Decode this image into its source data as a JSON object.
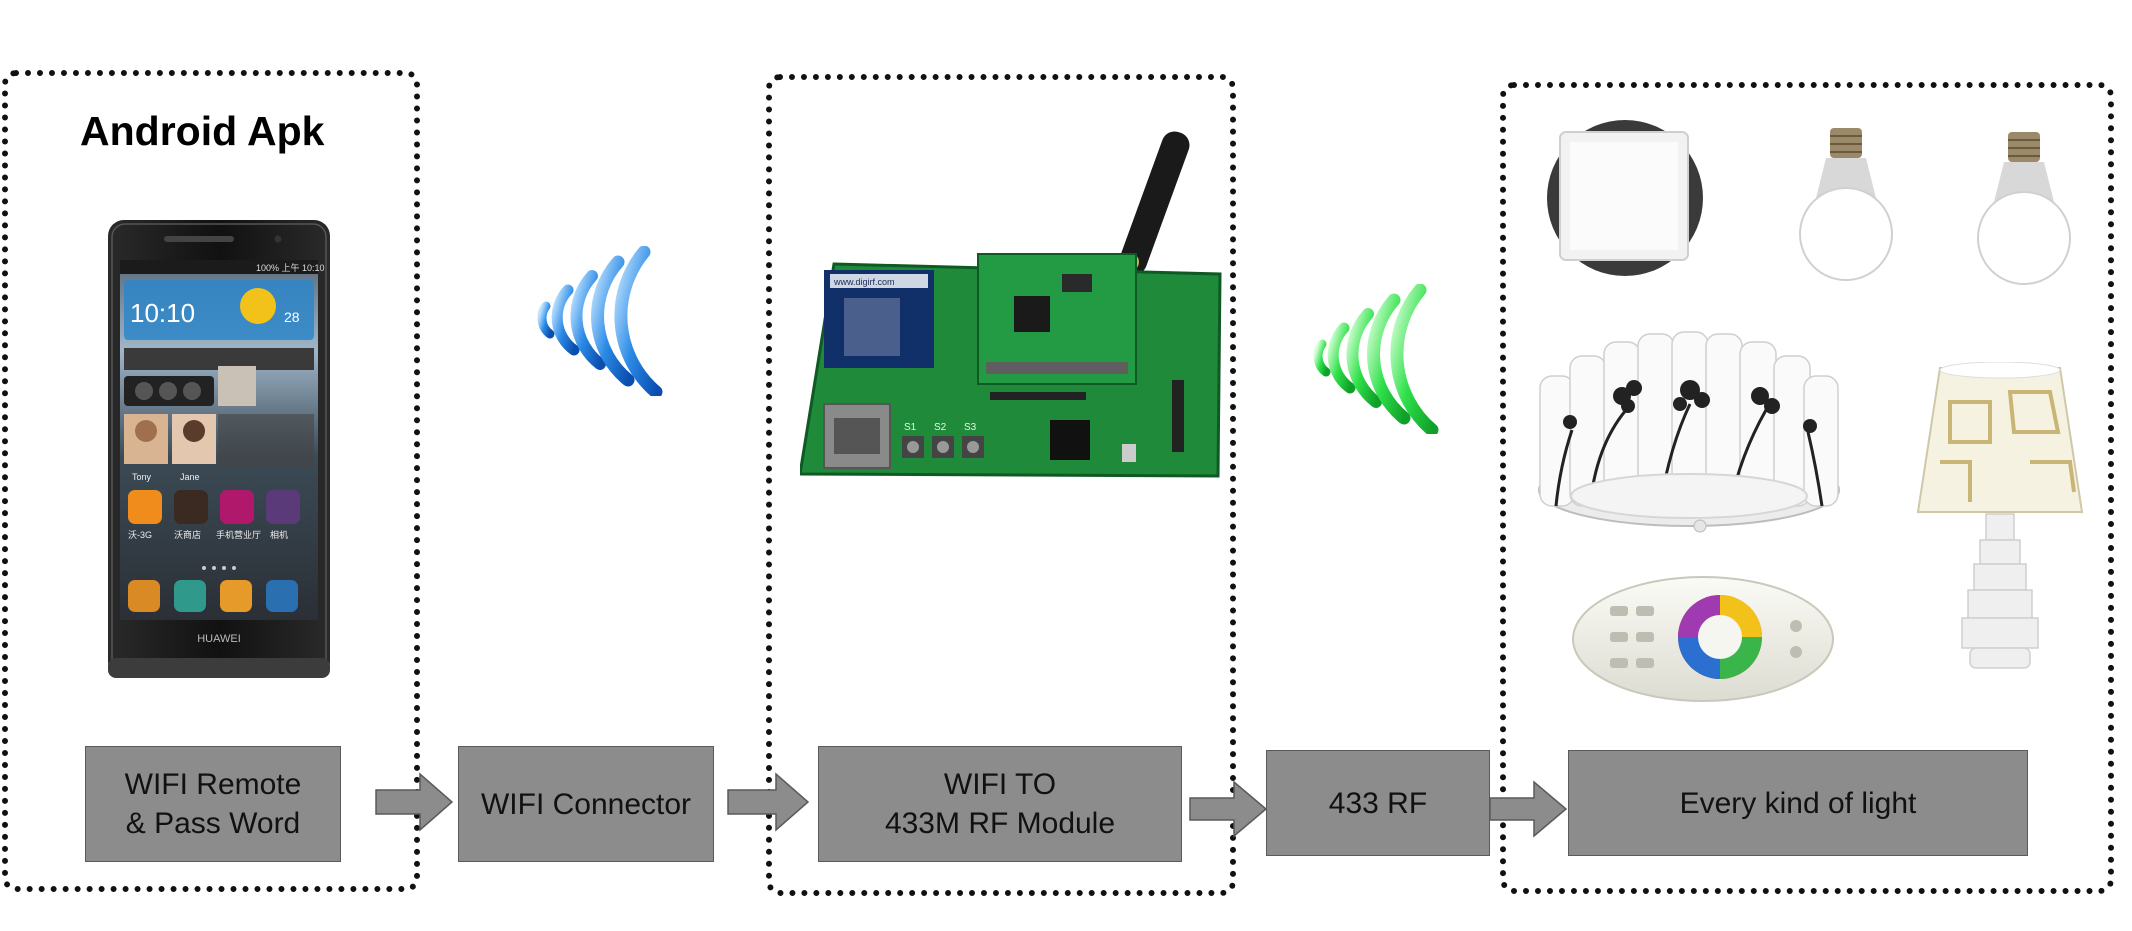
{
  "title": "Android Apk",
  "phone": {
    "brand": "HUAWEI",
    "time": "10:10",
    "temperature": "28",
    "status": "100% 上午 10:10",
    "contacts": [
      "Tony",
      "Jane"
    ],
    "apps": [
      "沃-3G",
      "沃商店",
      "手机营业厅",
      "相机"
    ]
  },
  "boxes": {
    "remote": "WIFI Remote\n& Pass Word",
    "connector": "WIFI Connector",
    "module": "WIFI  TO\n433M RF Module",
    "rf": "433 RF",
    "light": "Every kind of light"
  },
  "pcb": {
    "url": "www.digirf.com",
    "switches": [
      "S1",
      "S2",
      "S3"
    ]
  },
  "colors": {
    "box_fill": "#8c8c8c",
    "frame": "#111111",
    "wifi_signal": "#1e7fe0",
    "rf_signal": "#22e040",
    "pcb": "#1e8a3a",
    "arrow": "#8c8c8c"
  },
  "icons": [
    "wifi-signal-icon",
    "rf-signal-icon",
    "arrow-right-icon",
    "smartphone-icon",
    "rf-module-board-icon",
    "antenna-icon",
    "light-bulb-icon",
    "ceiling-lamp-icon",
    "table-lamp-icon",
    "rgb-remote-icon",
    "panel-light-icon"
  ]
}
